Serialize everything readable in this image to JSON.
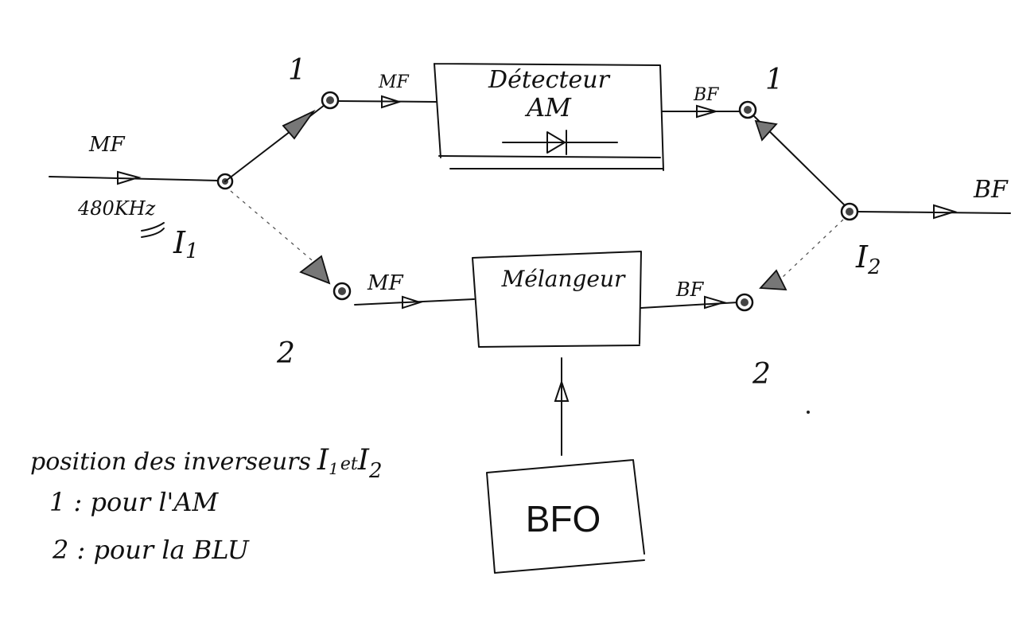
{
  "labels": {
    "input_signal": "MF",
    "input_freq": "480KHz",
    "switch1_name": "I",
    "switch1_sub": "1",
    "switch2_name": "I",
    "switch2_sub": "2",
    "pos1_top_left": "1",
    "pos2_bottom_left": "2",
    "pos1_top_right": "1",
    "pos2_bottom_right": "2",
    "mf_top": "MF",
    "mf_bottom": "MF",
    "bf_top": "BF",
    "bf_bottom": "BF",
    "output_signal": "BF"
  },
  "blocks": {
    "detector_line1": "Détecteur",
    "detector_line2": "AM",
    "mixer": "Mélangeur",
    "bfo": "BFO"
  },
  "legend": {
    "title": "position des inverseurs",
    "title_i1": "I",
    "title_i1_sub": "1",
    "title_and": "et",
    "title_i2": "I",
    "title_i2_sub": "2",
    "line1": "1 : pour l'AM",
    "line2": "2 : pour la BLU"
  }
}
